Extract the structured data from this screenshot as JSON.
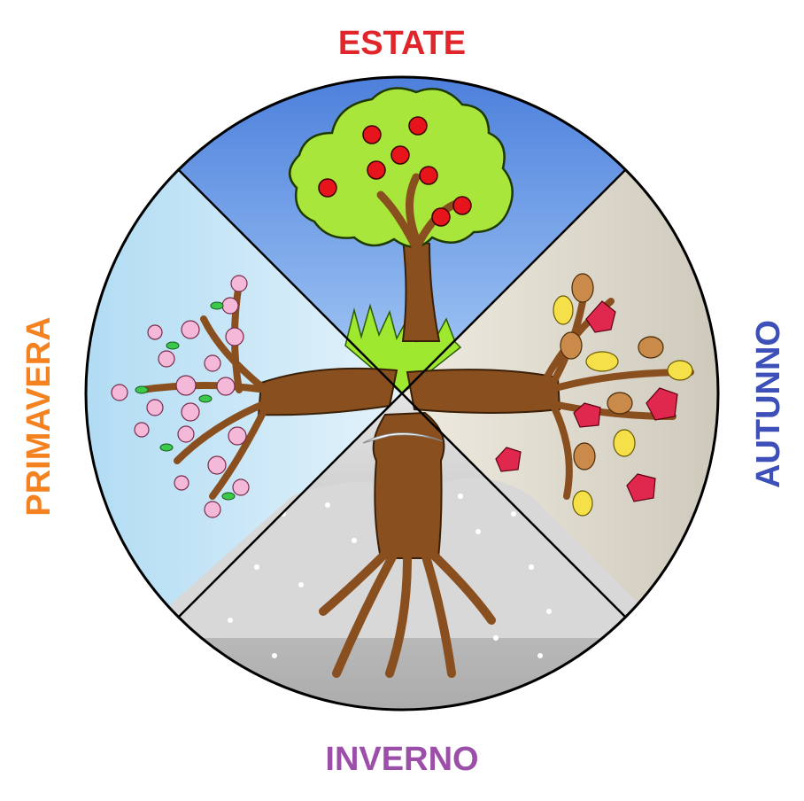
{
  "seasons": {
    "summer": {
      "label": "ESTATE",
      "color": "#e0262b"
    },
    "spring": {
      "label": "PRIMAVERA",
      "color": "#f58220"
    },
    "autumn": {
      "label": "AUTUNNO",
      "color": "#3d4fb8"
    },
    "winter": {
      "label": "INVERNO",
      "color": "#9b4fa8"
    }
  },
  "palette": {
    "summer_sky": "#5b8fe0",
    "spring_sky": "#cfe8f7",
    "autumn_bg": "#ddd8cc",
    "winter_bg": "#bdbdbd",
    "trunk": "#8a4f1e",
    "foliage": "#a8e63c",
    "apple": "#e8141c",
    "blossom": "#f4b8d8",
    "leaf_red": "#e0284e",
    "leaf_yellow": "#f6e04a",
    "leaf_brown": "#c98a4a"
  }
}
